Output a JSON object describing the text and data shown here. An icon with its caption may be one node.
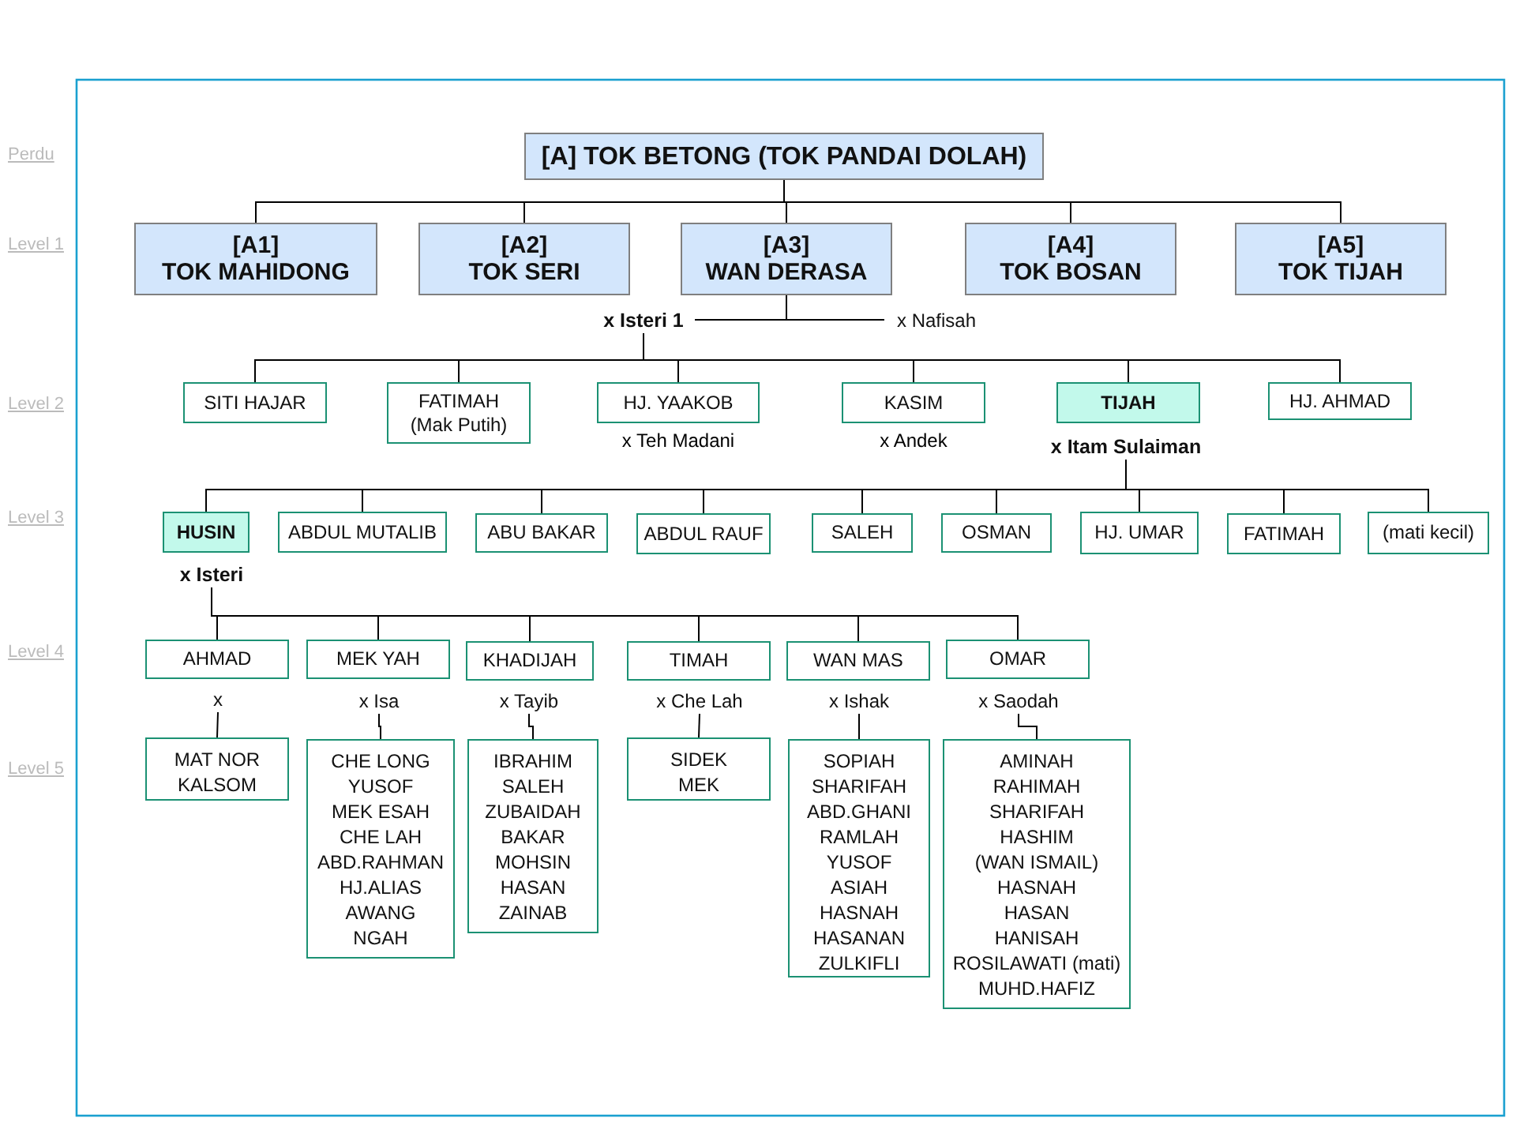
{
  "diagram": {
    "nodes": [
      {
        "text": [
          "[A]  TOK BETONG (TOK PANDAI DOLAH)"
        ]
      },
      {
        "text": [
          "[A1]",
          "TOK MAHIDONG"
        ]
      },
      {
        "text": [
          "[A2]",
          "TOK SERI"
        ]
      },
      {
        "text": [
          "[A3]",
          "WAN  DERASA"
        ]
      },
      {
        "text": [
          "[A4]",
          "TOK BOSAN"
        ]
      },
      {
        "text": [
          "[A5]",
          "TOK TIJAH"
        ]
      },
      {
        "text": [
          "x Isteri 1"
        ]
      },
      {
        "text": [
          "x Nafisah"
        ]
      },
      {
        "text": [
          "SITI HAJAR"
        ]
      },
      {
        "text": [
          "FATIMAH",
          "(Mak Putih)"
        ]
      },
      {
        "text": [
          "HJ. YAAKOB"
        ],
        "beside": [
          "x Teh Madani"
        ]
      },
      {
        "text": [
          "KASIM"
        ],
        "beside": [
          "x Andek"
        ]
      },
      {
        "text": [
          "TIJAH"
        ]
      },
      {
        "text": [
          "HJ. AHMAD"
        ]
      },
      {
        "text": [
          "x Itam Sulaiman"
        ]
      },
      {
        "text": [
          "HUSIN"
        ]
      },
      {
        "text": [
          "ABDUL MUTALIB"
        ]
      },
      {
        "text": [
          "ABU BAKAR"
        ]
      },
      {
        "text": [
          "ABDUL RAUF"
        ]
      },
      {
        "text": [
          "SALEH"
        ]
      },
      {
        "text": [
          "OSMAN"
        ]
      },
      {
        "text": [
          "HJ. UMAR"
        ]
      },
      {
        "text": [
          "FATIMAH"
        ]
      },
      {
        "text": [
          "(mati  kecil)"
        ]
      },
      {
        "text": [
          "x Isteri"
        ]
      },
      {
        "text": [
          "AHMAD"
        ]
      },
      {
        "text": [
          "MEK YAH"
        ]
      },
      {
        "text": [
          "KHADIJAH"
        ]
      },
      {
        "text": [
          "TIMAH"
        ]
      },
      {
        "text": [
          "WAN MAS"
        ]
      },
      {
        "text": [
          "OMAR"
        ]
      },
      {
        "text": [
          "x"
        ]
      },
      {
        "text": [
          "x Isa"
        ]
      },
      {
        "text": [
          "x Tayib"
        ]
      },
      {
        "text": [
          "x Che Lah"
        ]
      },
      {
        "text": [
          "x Ishak"
        ]
      },
      {
        "text": [
          "x Saodah"
        ]
      },
      {
        "text": [
          "MAT NOR",
          "KALSOM"
        ]
      },
      {
        "text": [
          "CHE LONG",
          "YUSOF",
          "MEK ESAH",
          "CHE LAH",
          "ABD.RAHMAN",
          "HJ.ALIAS",
          "AWANG",
          "NGAH"
        ]
      },
      {
        "text": [
          "IBRAHIM",
          "SALEH",
          "ZUBAIDAH",
          "BAKAR",
          "MOHSIN",
          "HASAN",
          "ZAINAB"
        ]
      },
      {
        "text": [
          "SIDEK",
          "MEK"
        ]
      },
      {
        "text": [
          "SOPIAH",
          "SHARIFAH",
          "ABD.GHANI",
          "RAMLAH",
          "YUSOF",
          "ASIAH",
          "HASNAH",
          "HASANAN",
          "ZULKIFLI"
        ]
      },
      {
        "text": [
          "AMINAH",
          "RAHIMAH",
          "SHARIFAH",
          "HASHIM",
          "(WAN ISMAIL)",
          "HASNAH",
          "HASAN",
          "HANISAH",
          "ROSILAWATI  (mati)",
          "MUHD.HAFIZ"
        ]
      }
    ],
    "edges": [
      {
        "from": 0,
        "to": 1,
        "arrow": "none"
      },
      {
        "from": 0,
        "to": 2,
        "arrow": "none"
      },
      {
        "from": 0,
        "to": 3,
        "arrow": "none"
      },
      {
        "from": 0,
        "to": 4,
        "arrow": "none"
      },
      {
        "from": 0,
        "to": 5,
        "arrow": "none"
      },
      {
        "from": 3,
        "to": 6,
        "arrow": "none"
      },
      {
        "from": 3,
        "to": 7,
        "arrow": "none"
      },
      {
        "from": 6,
        "to": 8,
        "arrow": "none"
      },
      {
        "from": 6,
        "to": 9,
        "arrow": "none"
      },
      {
        "from": 6,
        "to": 10,
        "arrow": "none"
      },
      {
        "from": 6,
        "to": 11,
        "arrow": "none"
      },
      {
        "from": 6,
        "to": 12,
        "arrow": "none"
      },
      {
        "from": 6,
        "to": 13,
        "arrow": "none"
      },
      {
        "from": 14,
        "to": 15,
        "arrow": "none"
      },
      {
        "from": 14,
        "to": 16,
        "arrow": "none"
      },
      {
        "from": 14,
        "to": 17,
        "arrow": "none"
      },
      {
        "from": 14,
        "to": 18,
        "arrow": "none"
      },
      {
        "from": 14,
        "to": 19,
        "arrow": "none"
      },
      {
        "from": 14,
        "to": 20,
        "arrow": "none"
      },
      {
        "from": 14,
        "to": 21,
        "arrow": "none"
      },
      {
        "from": 14,
        "to": 22,
        "arrow": "none"
      },
      {
        "from": 14,
        "to": 23,
        "arrow": "none"
      },
      {
        "from": 24,
        "to": 25,
        "arrow": "none"
      },
      {
        "from": 24,
        "to": 26,
        "arrow": "none"
      },
      {
        "from": 24,
        "to": 27,
        "arrow": "none"
      },
      {
        "from": 24,
        "to": 28,
        "arrow": "none"
      },
      {
        "from": 24,
        "to": 29,
        "arrow": "none"
      },
      {
        "from": 24,
        "to": 30,
        "arrow": "none"
      },
      {
        "from": 31,
        "to": 37,
        "arrow": "none"
      },
      {
        "from": 32,
        "to": 38,
        "arrow": "none"
      },
      {
        "from": 33,
        "to": 39,
        "arrow": "none"
      },
      {
        "from": 34,
        "to": 40,
        "arrow": "none"
      },
      {
        "from": 35,
        "to": 41,
        "arrow": "none"
      },
      {
        "from": 36,
        "to": 42,
        "arrow": "none"
      }
    ],
    "labels": [
      "Perdu",
      "Level 1",
      "Level 2",
      "Level 3",
      "Level 4",
      "Level 5"
    ]
  }
}
